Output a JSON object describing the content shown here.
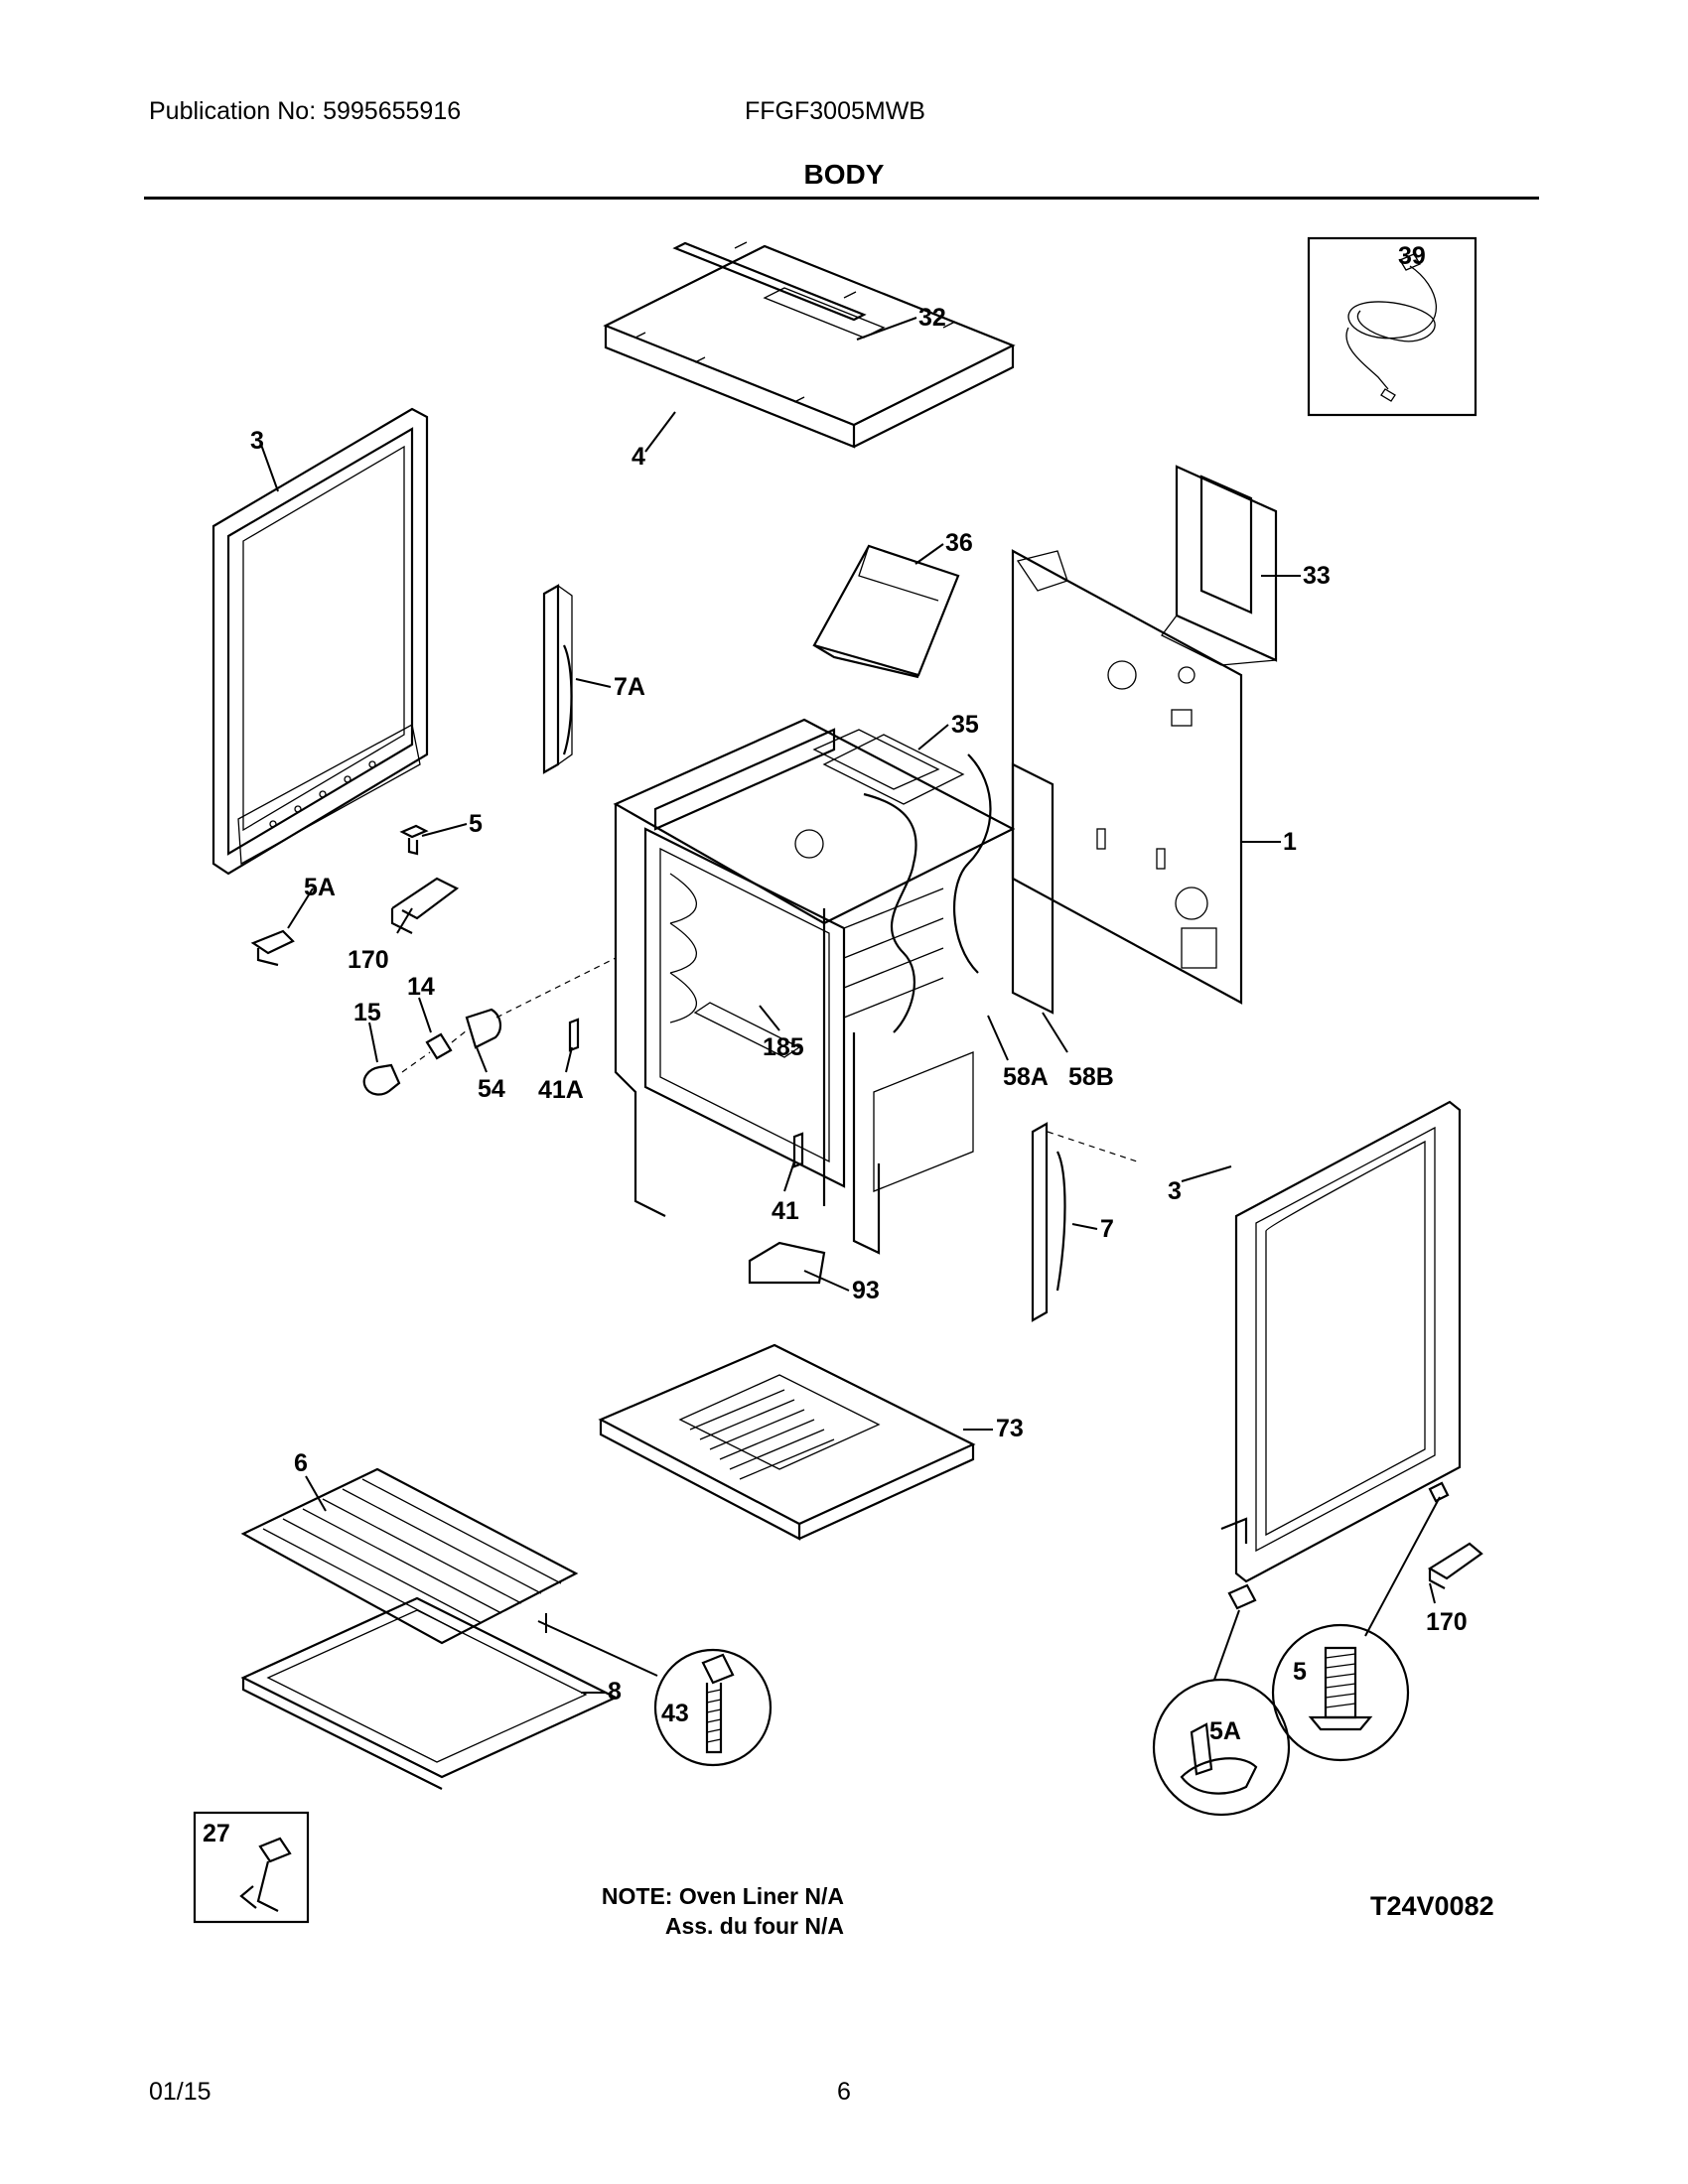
{
  "header": {
    "publication": "Publication No: 5995655916",
    "model": "FFGF3005MWB",
    "section_title": "BODY"
  },
  "callouts": {
    "c39": "39",
    "c32": "32",
    "c4": "4",
    "c3a": "3",
    "c3b": "3",
    "c36": "36",
    "c33": "33",
    "c7a": "7A",
    "c35": "35",
    "c5a": "5",
    "c5aa": "5A",
    "c1": "1",
    "c170a": "170",
    "c14": "14",
    "c15": "15",
    "c54": "54",
    "c41a": "41A",
    "c185": "185",
    "c58a": "58A",
    "c58b": "58B",
    "c41": "41",
    "c7": "7",
    "c93": "93",
    "c73": "73",
    "c6": "6",
    "c8": "8",
    "c43": "43",
    "c170b": "170",
    "c5b": "5",
    "c5ab": "5A",
    "c27": "27"
  },
  "note": {
    "line1": "NOTE: Oven Liner N/A",
    "line2": "Ass. du four N/A"
  },
  "diagram_id": "T24V0082",
  "footer": {
    "date": "01/15",
    "page": "6"
  }
}
